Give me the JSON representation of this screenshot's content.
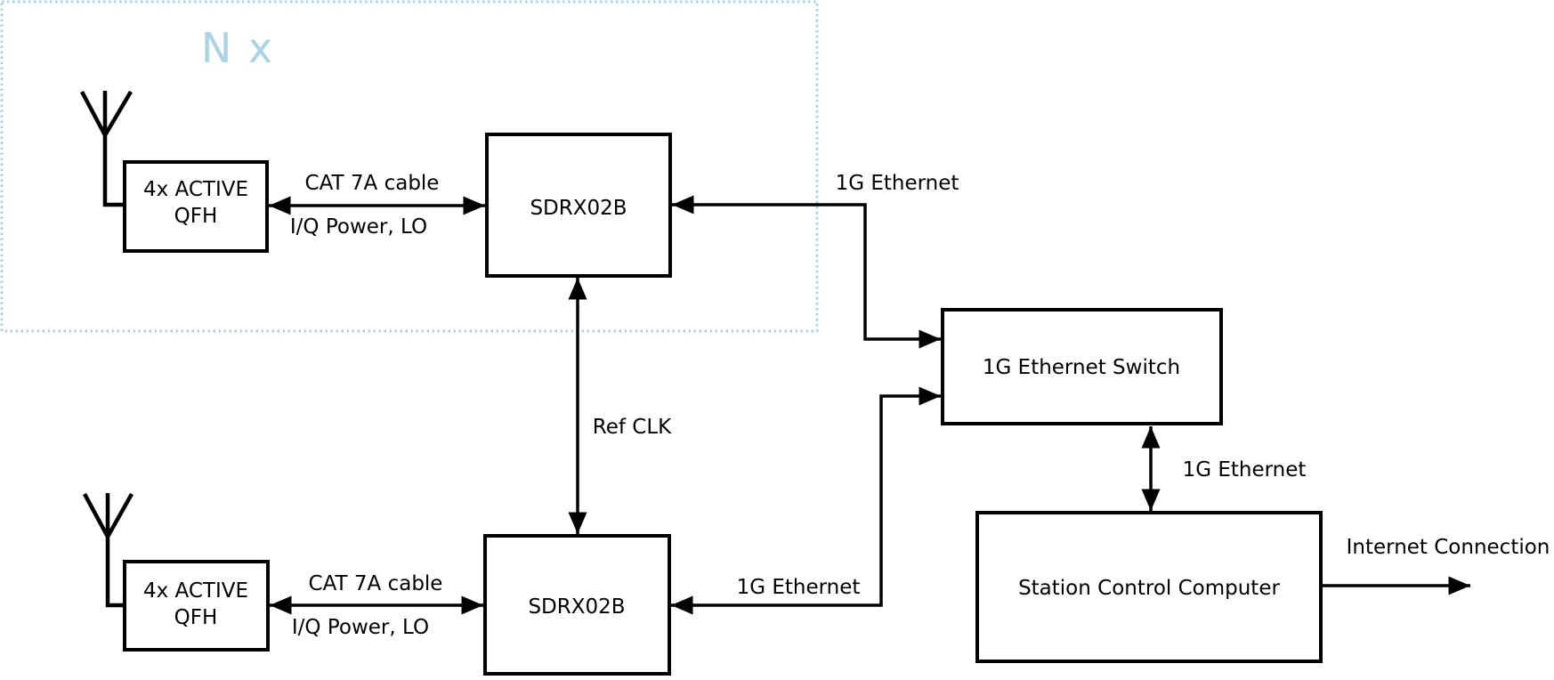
{
  "diagram": {
    "multiplier_label": "N x",
    "nodes": {
      "qfh_upper": {
        "line1": "4x ACTIVE",
        "line2": "QFH"
      },
      "sdrx_upper": {
        "label": "SDRX02B"
      },
      "qfh_lower": {
        "line1": "4x ACTIVE",
        "line2": "QFH"
      },
      "sdrx_lower": {
        "label": "SDRX02B"
      },
      "ethernet_switch": {
        "label": "1G Ethernet Switch"
      },
      "station_computer": {
        "label": "Station Control Computer"
      }
    },
    "edges": {
      "cat7a_upper": {
        "label": "CAT 7A cable",
        "sublabel": "I/Q Power, LO"
      },
      "eth_upper": {
        "label": "1G Ethernet"
      },
      "ref_clk": {
        "label": "Ref CLK"
      },
      "cat7a_lower": {
        "label": "CAT 7A cable",
        "sublabel": "I/Q Power, LO"
      },
      "eth_lower": {
        "label": "1G Ethernet"
      },
      "eth_switch_pc": {
        "label": "1G Ethernet"
      },
      "internet": {
        "label": "Internet Connection"
      }
    },
    "colors": {
      "accent_blue": "#a9d3e6",
      "line_black": "#000000",
      "background": "#ffffff"
    }
  }
}
